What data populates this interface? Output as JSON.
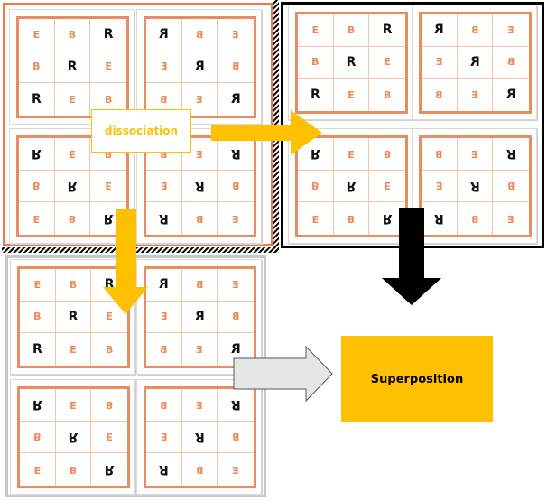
{
  "colors": {
    "orange_frame": "#ec7c46",
    "grid_border": "#ea8c62",
    "letter_orange": "#ee8a5a",
    "letter_dark": "#111111",
    "arrow_yellow": "#ffc000",
    "arrow_black": "#000000",
    "arrow_grey": "#e6e6e6",
    "gray_frame": "#c8c8c8",
    "superposition_fill": "#ffc000"
  },
  "patterns": {
    "normal": [
      "E",
      "B",
      "R",
      "B",
      "R",
      "E",
      "R",
      "E",
      "B"
    ],
    "mirror_x": [
      "R",
      "B",
      "E",
      "E",
      "R",
      "B",
      "B",
      "E",
      "R"
    ],
    "mirror_y": [
      "R",
      "E",
      "B",
      "B",
      "R",
      "E",
      "E",
      "B",
      "R"
    ],
    "rotated": [
      "B",
      "E",
      "R",
      "E",
      "R",
      "B",
      "R",
      "B",
      "E"
    ]
  },
  "labels": {
    "dissociation": "dissociation",
    "superposition": "Superposition"
  }
}
